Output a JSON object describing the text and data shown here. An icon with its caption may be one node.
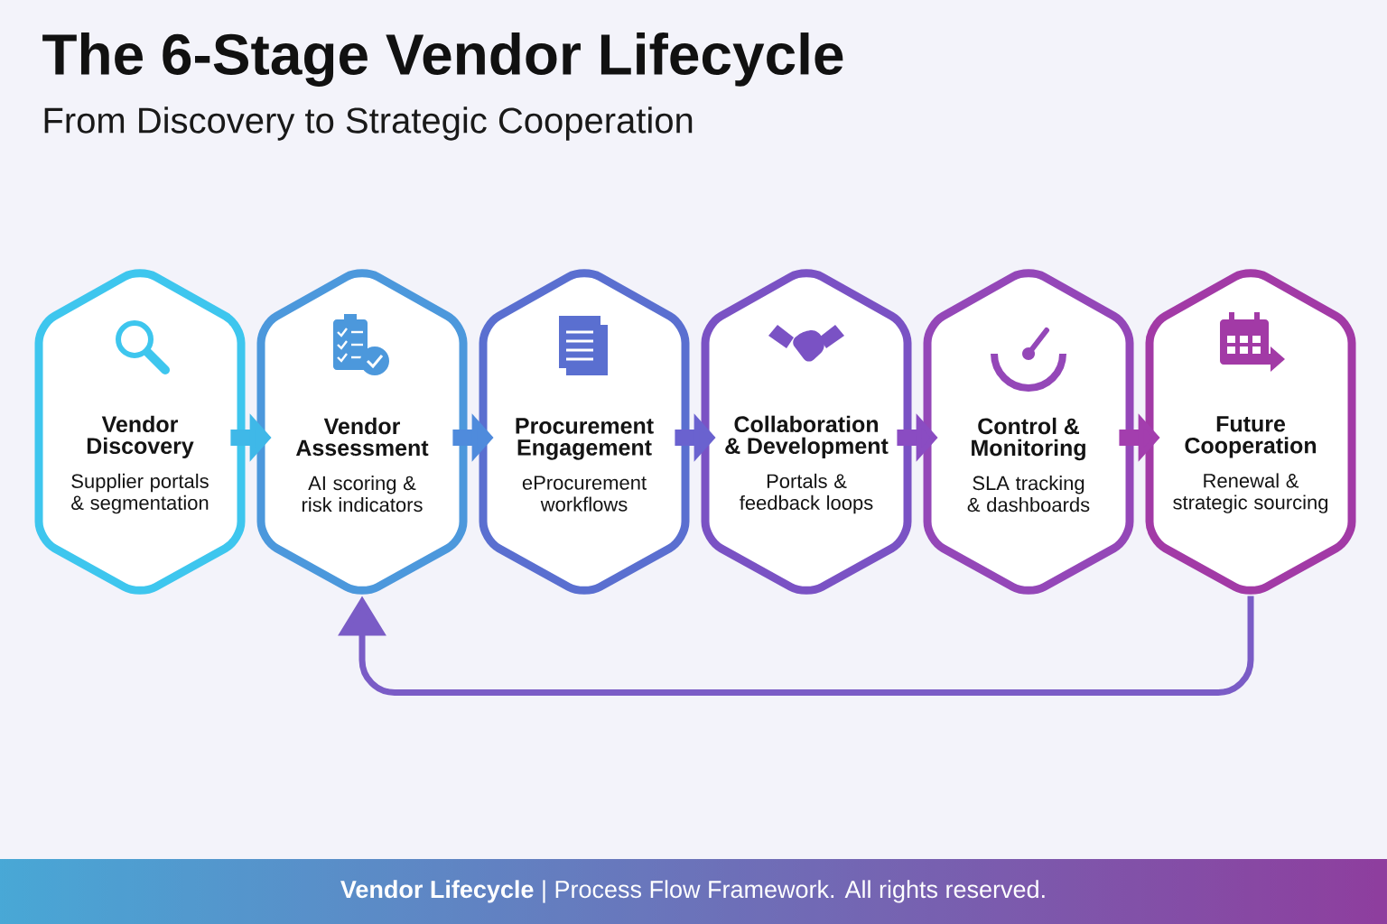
{
  "diagram": {
    "title": "The 6-Stage Vendor Lifecycle",
    "nodes": [
      {
        "text": [
          "Vendor Discovery",
          "Supplier portals & segmentation"
        ]
      },
      {
        "text": [
          "Vendor Assessment",
          "AI scoring & risk indicators"
        ]
      },
      {
        "text": [
          "Procurement Engagement",
          "eProcurement workflows"
        ]
      },
      {
        "text": [
          "Collaboration & Development",
          "Portals & feedback loops"
        ]
      },
      {
        "text": [
          "Control & Monitoring",
          "SLA tracking & dashboards"
        ]
      },
      {
        "text": [
          "Future Cooperation",
          "Renewal & strategic sourcing"
        ]
      }
    ],
    "edges": [
      {
        "from": 0,
        "to": 1,
        "arrow": "to",
        "color": "#3fb8e8"
      },
      {
        "from": 1,
        "to": 2,
        "arrow": "to",
        "color": "#4f8bdc"
      },
      {
        "from": 2,
        "to": 3,
        "arrow": "to",
        "color": "#6a62cf"
      },
      {
        "from": 3,
        "to": 4,
        "arrow": "to",
        "color": "#8a4cc2"
      },
      {
        "from": 4,
        "to": 5,
        "arrow": "to",
        "color": "#a33eae"
      },
      {
        "from": 5,
        "to": 1,
        "arrow": "to",
        "color": "#7a5cc6"
      }
    ],
    "labels": [
      "From Discovery to Strategic Cooperation",
      "**Vendor Lifecycle** | Process Flow Framework. All rights reserved."
    ]
  }
}
